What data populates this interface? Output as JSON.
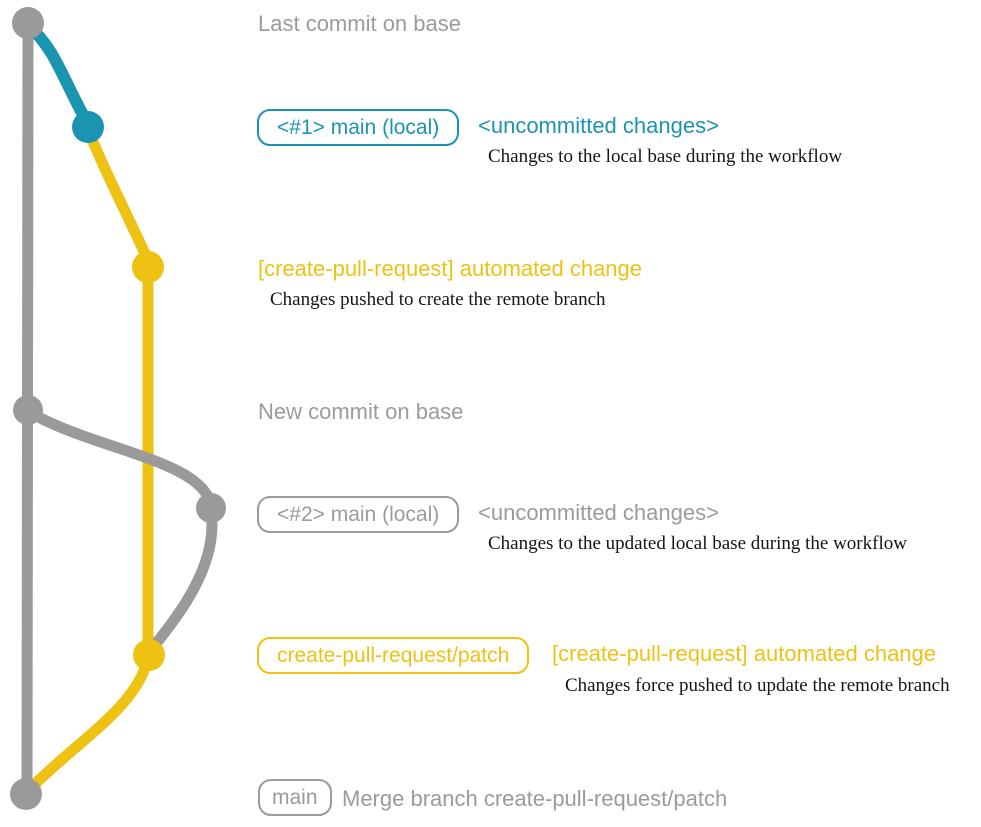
{
  "colors": {
    "gray": "#9a9a9a",
    "teal": "#1b94b1",
    "yellow": "#eec213",
    "description_text": "#151515"
  },
  "graph": {
    "branches": [
      {
        "name": "base",
        "color_key": "gray"
      },
      {
        "name": "main (local)",
        "color_key": "teal"
      },
      {
        "name": "create-pull-request/patch",
        "color_key": "yellow"
      }
    ]
  },
  "diagram": {
    "last_commit_label": "Last commit on base",
    "new_commit_label": "New commit on base",
    "row1": {
      "badge": "<#1> main (local)",
      "title": "<uncommitted changes>",
      "description": "Changes to the local base during the workflow"
    },
    "row2": {
      "title": "[create-pull-request] automated change",
      "description": "Changes pushed to create the remote branch"
    },
    "row3": {
      "badge": "<#2> main (local)",
      "title": "<uncommitted changes>",
      "description": "Changes to the updated local base during the workflow"
    },
    "row4": {
      "badge": "create-pull-request/patch",
      "title": "[create-pull-request] automated change",
      "description": "Changes force pushed to update the remote branch"
    },
    "row5": {
      "badge": "main",
      "title": "Merge branch create-pull-request/patch"
    }
  }
}
